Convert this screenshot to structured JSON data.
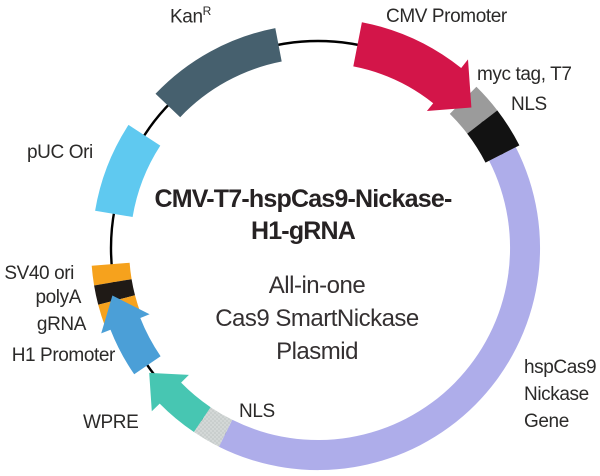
{
  "diagram": {
    "title_line1": "CMV-T7-hspCas9-Nickase-",
    "title_line2": "H1-gRNA",
    "subtitle_line1": "All-in-one",
    "subtitle_line2": "Cas9 SmartNickase",
    "subtitle_line3": "Plasmid"
  },
  "features": [
    {
      "id": "kanr",
      "label": "Kan",
      "sup": "R",
      "color": "#46606e",
      "type": "segment"
    },
    {
      "id": "cmv",
      "label": "CMV Promoter",
      "color": "#d31549",
      "type": "arrow"
    },
    {
      "id": "myc",
      "label": "myc tag, T7",
      "color": "#9b9b9b",
      "type": "segment"
    },
    {
      "id": "nls_top",
      "label": "NLS",
      "color": "#121212",
      "type": "segment"
    },
    {
      "id": "hspcas9",
      "label_lines": [
        "hspCas9",
        "Nickase",
        "Gene"
      ],
      "color": "#aeadea",
      "type": "segment"
    },
    {
      "id": "nls_bottom",
      "label": "NLS",
      "color": "#c9cecd",
      "type": "segment"
    },
    {
      "id": "wpre",
      "label": "WPRE",
      "color": "#47c6b2",
      "type": "arrow"
    },
    {
      "id": "h1",
      "label": "H1 Promoter",
      "color": "#4b9fd7",
      "type": "arrow"
    },
    {
      "id": "grna",
      "label": "gRNA",
      "color": "#f6a21d",
      "type": "segment"
    },
    {
      "id": "polya",
      "label": "polyA",
      "color": "#1f1a16",
      "type": "segment"
    },
    {
      "id": "sv40",
      "label": "SV40 ori",
      "color": "#f6a21d",
      "type": "segment"
    },
    {
      "id": "puc",
      "label": "pUC Ori",
      "color": "#5fc9f0",
      "type": "segment"
    }
  ],
  "colors": {
    "backbone_line": "#000000",
    "text": "#2b2a29",
    "background": "#ffffff"
  }
}
